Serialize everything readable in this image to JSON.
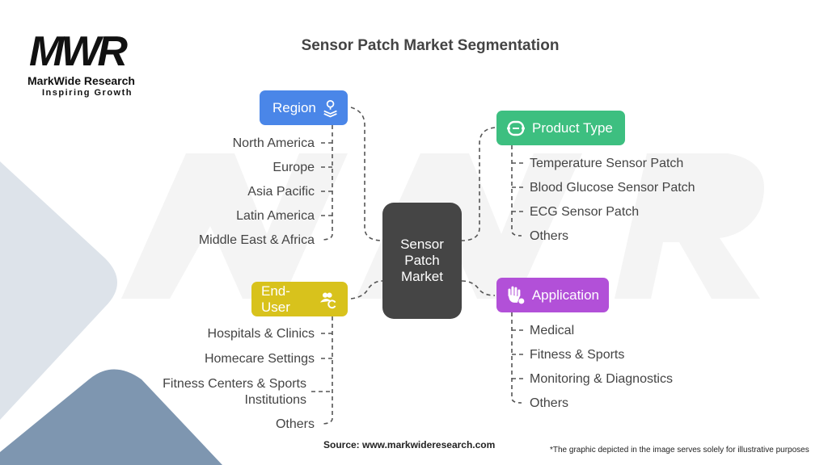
{
  "logo": {
    "mark": "MWR",
    "name": "MarkWide Research",
    "tagline": "Inspiring Growth"
  },
  "title": "Sensor Patch Market Segmentation",
  "center": {
    "label": "Sensor Patch Market"
  },
  "segments": {
    "region": {
      "label": "Region",
      "icon": "map-pin-layers-icon",
      "color": "#4a86e8",
      "items": [
        "North America",
        "Europe",
        "Asia Pacific",
        "Latin America",
        "Middle East & Africa"
      ]
    },
    "product_type": {
      "label": "Product Type",
      "icon": "sensor-patch-icon",
      "color": "#3dbf80",
      "items": [
        "Temperature Sensor Patch",
        "Blood Glucose Sensor Patch",
        "ECG Sensor Patch",
        "Others"
      ]
    },
    "end_user": {
      "label": "End-User",
      "icon": "users-refresh-icon",
      "color": "#d8c21c",
      "items": [
        "Hospitals & Clinics",
        "Homecare Settings",
        "Fitness Centers & Sports Institutions",
        "Others"
      ]
    },
    "application": {
      "label": "Application",
      "icon": "hand-gear-icon",
      "color": "#b250d8",
      "items": [
        "Medical",
        "Fitness & Sports",
        "Monitoring & Diagnostics",
        "Others"
      ]
    }
  },
  "footer": {
    "source": "Source: www.markwideresearch.com",
    "note": "*The graphic depicted in the image serves solely for illustrative purposes"
  }
}
